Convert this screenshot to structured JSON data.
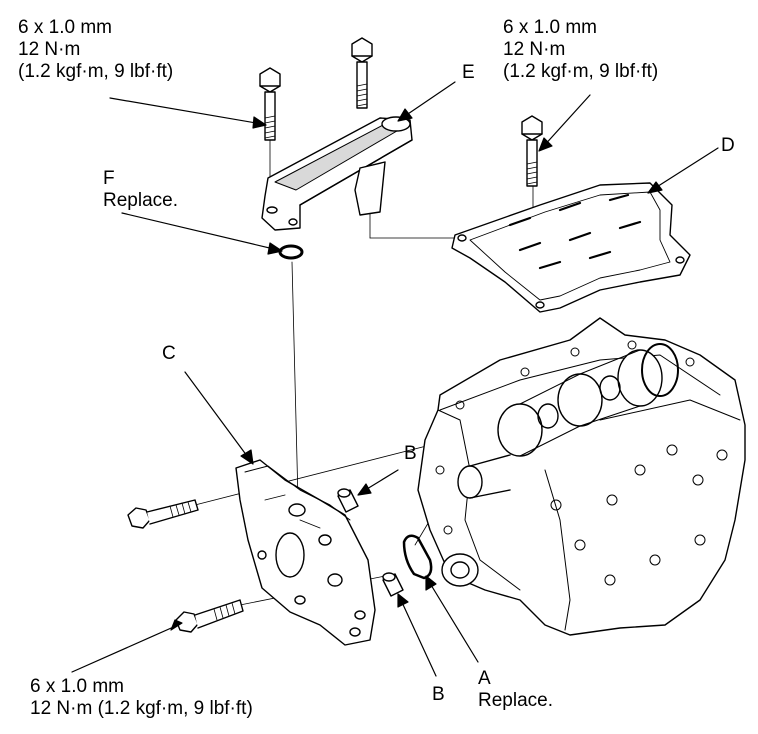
{
  "specs": {
    "top_left": {
      "line1": "6 x 1.0 mm",
      "line2": "12 N·m",
      "line3": "(1.2 kgf·m, 9 lbf·ft)"
    },
    "top_right": {
      "line1": "6 x 1.0 mm",
      "line2": "12 N·m",
      "line3": "(1.2 kgf·m, 9 lbf·ft)"
    },
    "bottom_left": {
      "line1": "6 x 1.0 mm",
      "line2": "12 N·m (1.2 kgf·m, 9 lbf·ft)"
    }
  },
  "callouts": {
    "A": {
      "letter": "A",
      "note": "Replace."
    },
    "B_upper": {
      "letter": "B"
    },
    "B_lower": {
      "letter": "B"
    },
    "C": {
      "letter": "C"
    },
    "D": {
      "letter": "D"
    },
    "E": {
      "letter": "E"
    },
    "F": {
      "letter": "F",
      "note": "Replace."
    }
  },
  "colors": {
    "ink": "#000000",
    "paper": "#ffffff",
    "shade": "#d9d9d9"
  }
}
